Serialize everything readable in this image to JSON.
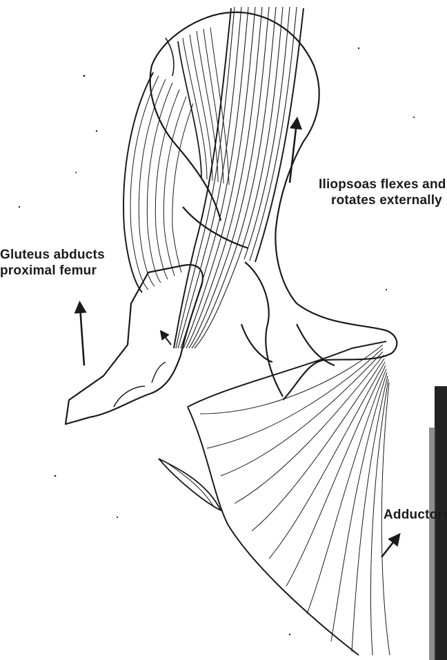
{
  "annotations": {
    "iliopsoas": {
      "line1": "Iliopsoas flexes and",
      "line2": "rotates externally"
    },
    "gluteus": {
      "line1": "Gluteus abducts",
      "line2": "proximal femur"
    },
    "adductor": {
      "line1": "Adductors"
    }
  },
  "colors": {
    "ink": "#1a1a1a",
    "paper": "#ffffff"
  }
}
